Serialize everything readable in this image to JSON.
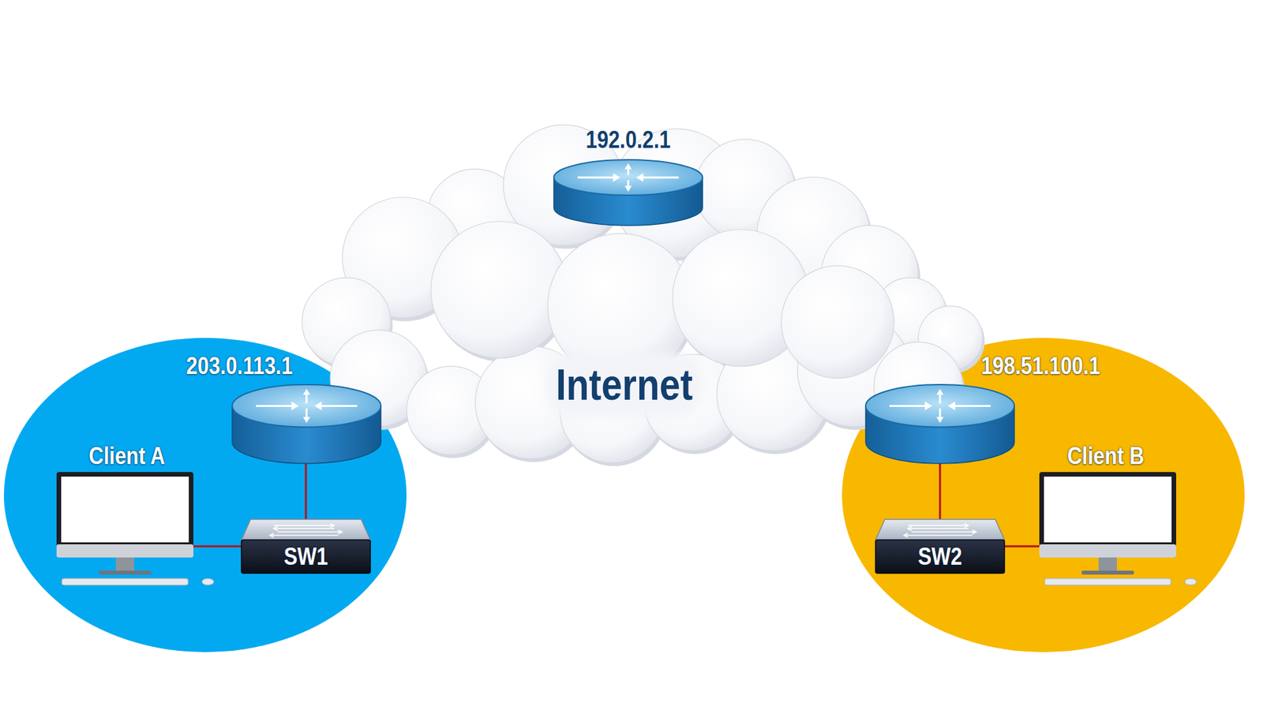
{
  "diagram": {
    "nodes": [
      {
        "text": [
          "Internet"
        ]
      },
      {
        "text": [
          "192.0.2.1"
        ],
        "in": 0
      },
      {
        "text": [
          "203.0.113.1"
        ]
      },
      {
        "text": [
          "Client A"
        ]
      },
      {
        "text": [
          "SW1"
        ]
      },
      {
        "text": [
          "198.51.100.1"
        ]
      },
      {
        "text": [
          "Client B"
        ]
      },
      {
        "text": [
          "SW2"
        ]
      }
    ],
    "edges": [
      {
        "from": 2,
        "to": 4,
        "arrow": "none"
      },
      {
        "from": 4,
        "to": 3,
        "arrow": "none"
      },
      {
        "from": 5,
        "to": 7,
        "arrow": "none"
      },
      {
        "from": 7,
        "to": 6,
        "arrow": "none"
      }
    ]
  }
}
